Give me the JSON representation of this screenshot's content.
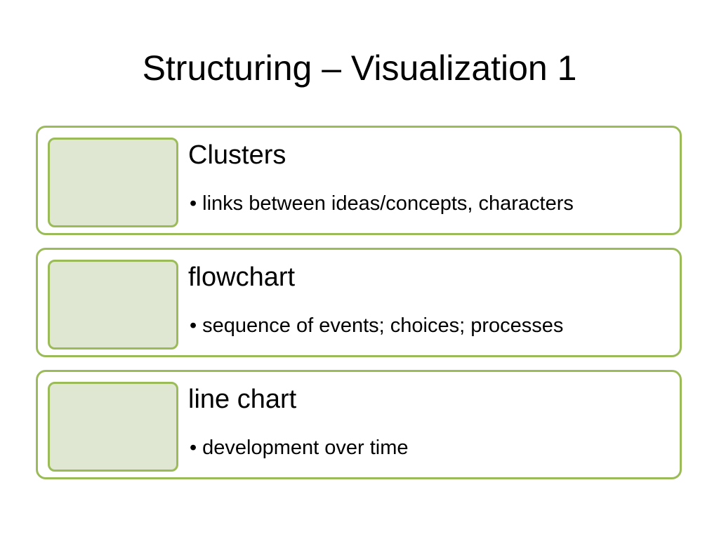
{
  "title": "Structuring – Visualization 1",
  "items": [
    {
      "heading": "Clusters",
      "bullet": "links between ideas/concepts, characters"
    },
    {
      "heading": "flowchart",
      "bullet": "sequence of events; choices; processes"
    },
    {
      "heading": "line chart",
      "bullet": "development over time"
    }
  ],
  "colors": {
    "accent_border": "#9bbb59",
    "thumb_fill": "#dfe7d2",
    "card_fill": "#ffffff"
  },
  "icons": {
    "bullet": "•"
  }
}
